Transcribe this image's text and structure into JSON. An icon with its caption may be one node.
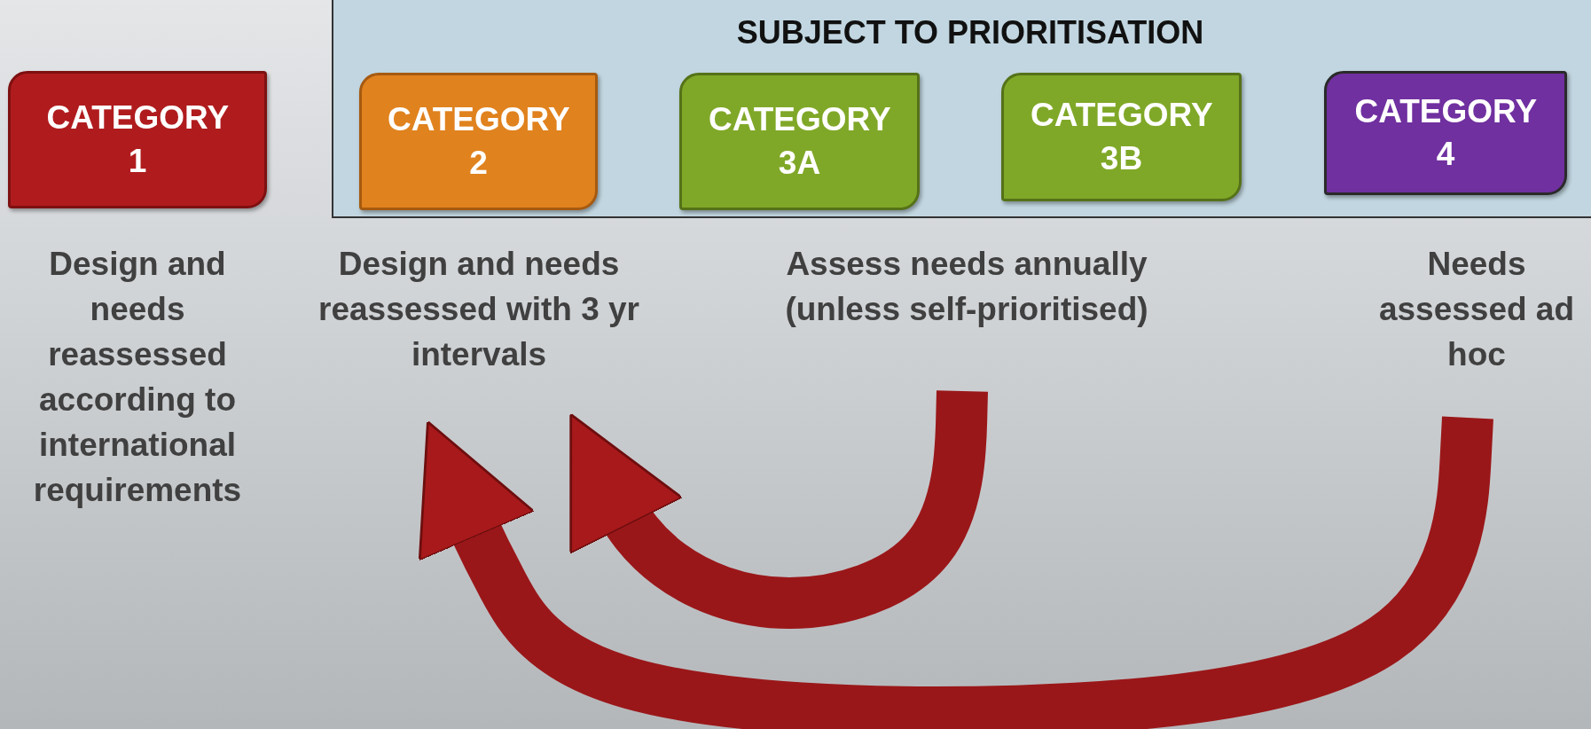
{
  "diagram": {
    "nodes": [
      {
        "text": [
          "SUBJECT TO PRIORITISATION"
        ]
      },
      {
        "text": [
          "CATEGORY 1"
        ],
        "beside": [
          "Design and needs reassessed according to international requirements"
        ]
      },
      {
        "text": [
          "CATEGORY 2"
        ],
        "in": 0
      },
      {
        "text": [
          "CATEGORY 3A"
        ],
        "in": 0
      },
      {
        "text": [
          "CATEGORY 3B"
        ],
        "in": 0
      },
      {
        "text": [
          "CATEGORY 4"
        ],
        "in": 0
      },
      {
        "text": [
          "Design and needs reassessed with 3 yr intervals"
        ]
      },
      {
        "text": [
          "Assess needs annually (unless self-prioritised)"
        ]
      },
      {
        "text": [
          "Needs assessed ad hoc"
        ]
      }
    ],
    "edges": [
      {
        "from": 7,
        "to": 6,
        "arrow": "to"
      },
      {
        "from": 8,
        "to": 6,
        "arrow": "to"
      }
    ]
  }
}
